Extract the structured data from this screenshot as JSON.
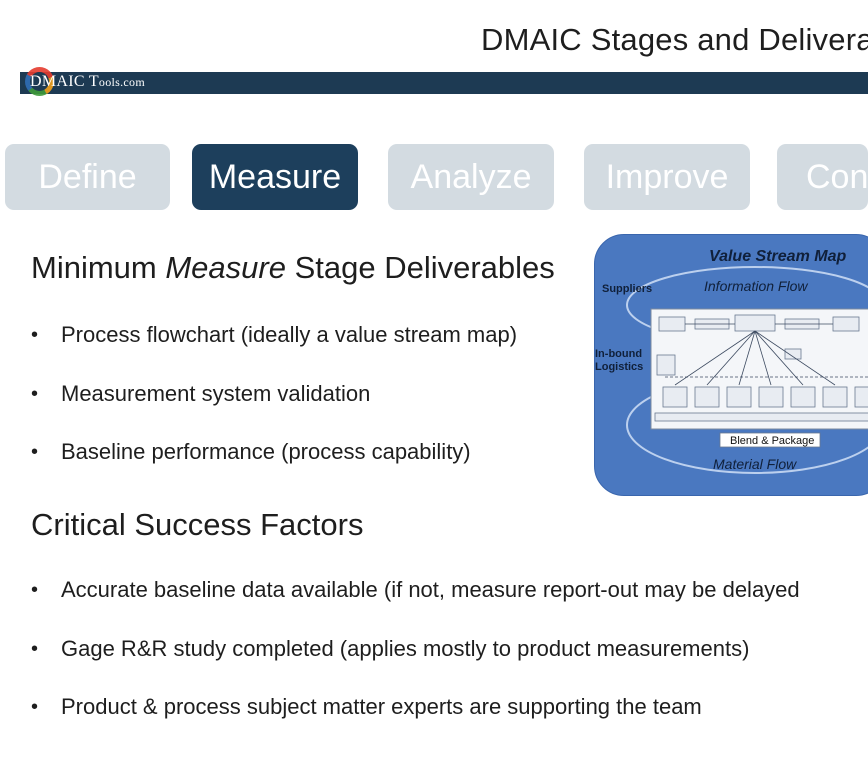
{
  "header": {
    "title": "DMAIC Stages and Delivera",
    "logo_main": "DMAIC T",
    "logo_small": "ools.com"
  },
  "tabs": [
    {
      "label": "Define",
      "active": false
    },
    {
      "label": "Measure",
      "active": true
    },
    {
      "label": "Analyze",
      "active": false
    },
    {
      "label": "Improve",
      "active": false
    },
    {
      "label": "Cont",
      "active": false
    }
  ],
  "section1": {
    "heading_pre": "Minimum ",
    "heading_em": "Measure",
    "heading_post": " Stage Deliverables",
    "bullets": [
      "Process flowchart (ideally a value stream map)",
      "Measurement system validation",
      "Baseline performance (process capability)"
    ]
  },
  "section2": {
    "heading": "Critical Success Factors",
    "bullets": [
      "Accurate baseline data  available (if not, measure report-out may be delayed",
      "Gage R&R study completed (applies mostly to product measurements)",
      "Product & process subject matter experts are supporting the team"
    ]
  },
  "vsm": {
    "title": "Value Stream Map",
    "information_flow": "Information Flow",
    "material_flow": "Material Flow",
    "suppliers": "Suppliers",
    "inbound_line1": "In-bound",
    "inbound_line2": "Logistics",
    "blend": "Blend & Package"
  },
  "colors": {
    "band": "#1d3a53",
    "tab_active": "#1d3f5c",
    "tab_inactive": "#d3dbe1",
    "vsm_bg": "#4a78c0"
  },
  "bullet_symbol": "•"
}
